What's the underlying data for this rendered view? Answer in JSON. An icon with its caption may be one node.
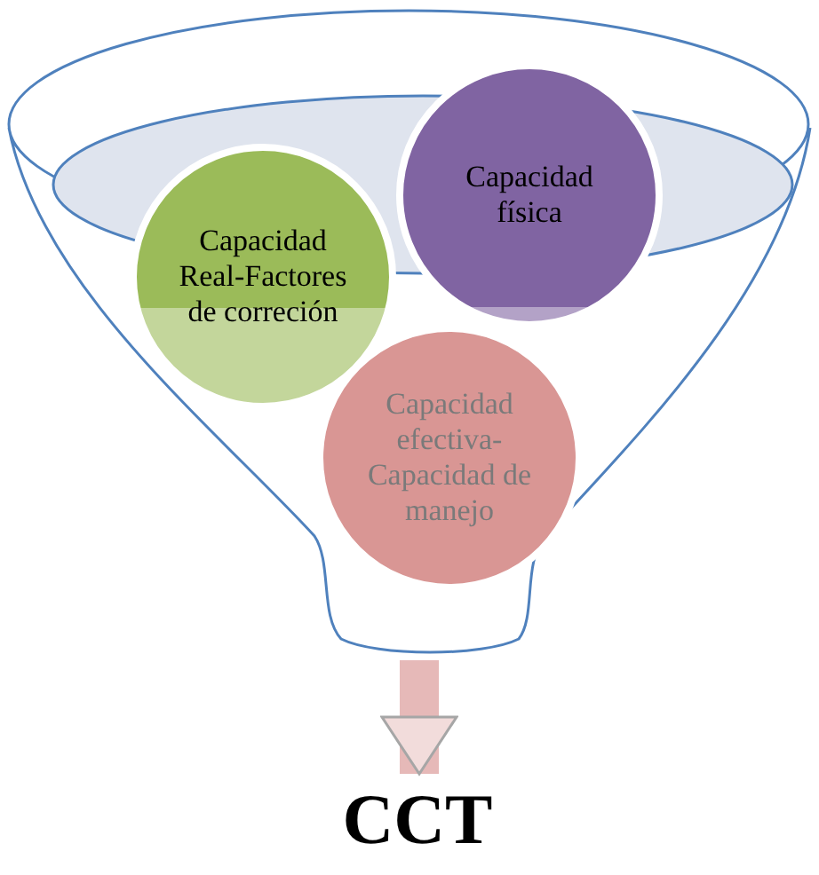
{
  "diagram": {
    "nodes": [
      {
        "text": [],
        "shape": "funnel"
      },
      {
        "text": [
          "Capacidad Real-Factores de correción"
        ],
        "in": 0
      },
      {
        "text": [
          "Capacidad física"
        ],
        "in": 0
      },
      {
        "text": [
          "Capacidad efectiva-Capacidad de manejo"
        ],
        "in": 0
      },
      {
        "text": [
          "CCT"
        ]
      }
    ],
    "edges": [
      {
        "from": 0,
        "to": 4,
        "arrow": "to"
      }
    ]
  }
}
